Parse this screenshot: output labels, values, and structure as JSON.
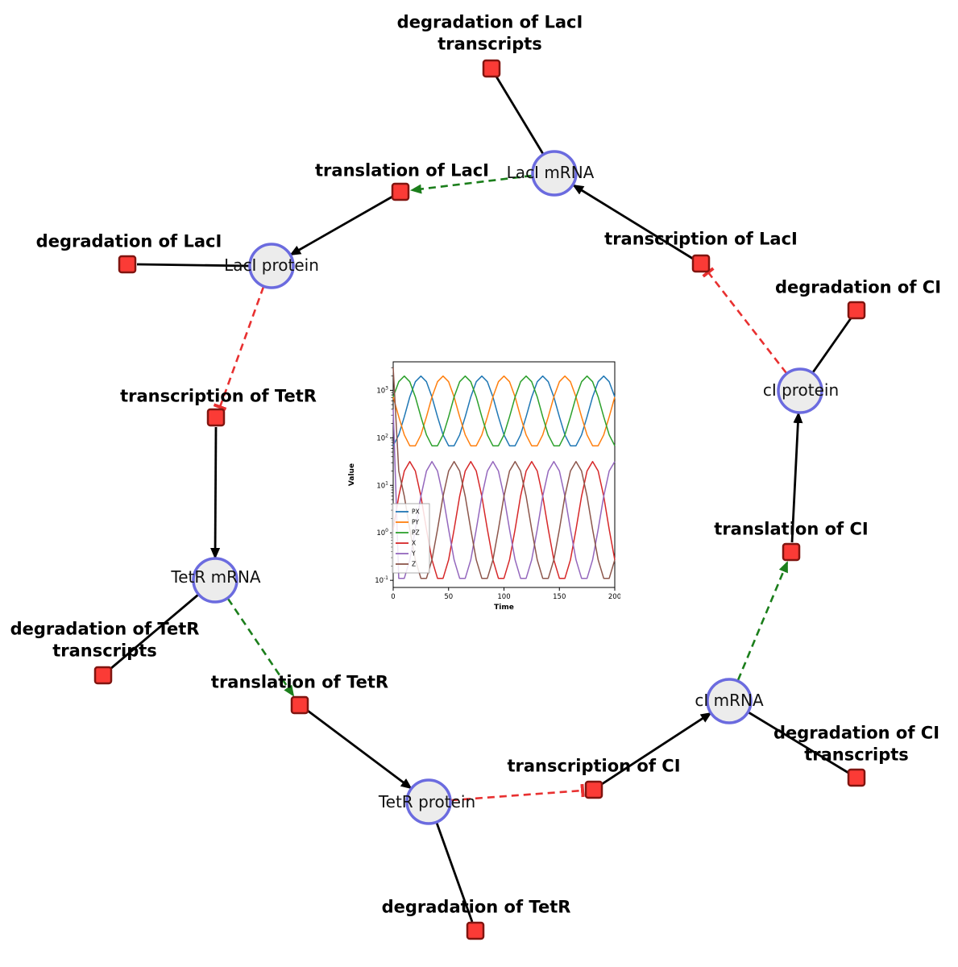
{
  "diagram": {
    "species": [
      {
        "id": "laci-mrna",
        "label": "LacI mRNA"
      },
      {
        "id": "laci-protein",
        "label": "LacI protein"
      },
      {
        "id": "tetr-mrna",
        "label": "TetR mRNA"
      },
      {
        "id": "tetr-protein",
        "label": "TetR protein"
      },
      {
        "id": "ci-mrna",
        "label": "cI mRNA"
      },
      {
        "id": "ci-protein",
        "label": "cI protein"
      }
    ],
    "reactions": [
      {
        "id": "deg-laci-transcripts",
        "label": "degradation of LacI",
        "label2": "transcripts"
      },
      {
        "id": "translation-laci",
        "label": "translation of LacI"
      },
      {
        "id": "transcription-laci",
        "label": "transcription of LacI"
      },
      {
        "id": "degradation-laci",
        "label": "degradation of LacI"
      },
      {
        "id": "degradation-ci",
        "label": "degradation of CI"
      },
      {
        "id": "transcription-tetr",
        "label": "transcription of TetR"
      },
      {
        "id": "translation-ci",
        "label": "translation of CI"
      },
      {
        "id": "deg-tetr-transcripts",
        "label": "degradation of TetR",
        "label2": "transcripts"
      },
      {
        "id": "translation-tetr",
        "label": "translation of TetR"
      },
      {
        "id": "deg-ci-transcripts",
        "label": "degradation of CI",
        "label2": "transcripts"
      },
      {
        "id": "transcription-ci",
        "label": "transcription of CI"
      },
      {
        "id": "degradation-tetr",
        "label": "degradation of TetR"
      }
    ],
    "edges": [
      {
        "from": "laci-mrna",
        "to": "deg-laci-transcripts",
        "type": "consumption"
      },
      {
        "from": "translation-laci",
        "to": "laci-protein",
        "type": "production"
      },
      {
        "from": "laci-mrna",
        "to": "translation-laci",
        "type": "catalysis"
      },
      {
        "from": "transcription-laci",
        "to": "laci-mrna",
        "type": "production"
      },
      {
        "from": "ci-protein",
        "to": "transcription-laci",
        "type": "inhibition"
      },
      {
        "from": "laci-protein",
        "to": "degradation-laci",
        "type": "consumption"
      },
      {
        "from": "laci-protein",
        "to": "transcription-tetr",
        "type": "inhibition"
      },
      {
        "from": "transcription-tetr",
        "to": "tetr-mrna",
        "type": "production"
      },
      {
        "from": "tetr-mrna",
        "to": "deg-tetr-transcripts",
        "type": "consumption"
      },
      {
        "from": "tetr-mrna",
        "to": "translation-tetr",
        "type": "catalysis"
      },
      {
        "from": "translation-tetr",
        "to": "tetr-protein",
        "type": "production"
      },
      {
        "from": "tetr-protein",
        "to": "degradation-tetr",
        "type": "consumption"
      },
      {
        "from": "tetr-protein",
        "to": "transcription-ci",
        "type": "inhibition"
      },
      {
        "from": "transcription-ci",
        "to": "ci-mrna",
        "type": "production"
      },
      {
        "from": "ci-mrna",
        "to": "deg-ci-transcripts",
        "type": "consumption"
      },
      {
        "from": "ci-mrna",
        "to": "translation-ci",
        "type": "catalysis"
      },
      {
        "from": "translation-ci",
        "to": "ci-protein",
        "type": "production"
      },
      {
        "from": "ci-protein",
        "to": "degradation-ci",
        "type": "consumption"
      }
    ],
    "colors": {
      "species_fill": "#ececec",
      "species_stroke": "#6b6bdf",
      "reaction_fill": "#fb3b36",
      "reaction_stroke": "#801510",
      "flow_edge": "#000000",
      "catalysis_edge": "#1b7e1b",
      "inhibition_edge": "#e83030"
    }
  },
  "chart_data": {
    "type": "line",
    "title": "",
    "xlabel": "Time",
    "ylabel": "Value",
    "y_scale": "log",
    "xlim": [
      0,
      200
    ],
    "ylim_log10": [
      -1.15,
      3.6
    ],
    "x_ticks": [
      0,
      50,
      100,
      150,
      200
    ],
    "y_ticks_log10": [
      -1,
      0,
      1,
      2,
      3
    ],
    "grid": false,
    "legend_position": "lower left",
    "x": [
      0,
      5,
      10,
      15,
      20,
      25,
      30,
      35,
      40,
      45,
      50,
      55,
      60,
      65,
      70,
      75,
      80,
      85,
      90,
      95,
      100,
      105,
      110,
      115,
      120,
      125,
      130,
      135,
      140,
      145,
      150,
      155,
      160,
      165,
      170,
      175,
      180,
      185,
      190,
      195,
      200
    ],
    "series": [
      {
        "name": "PX",
        "color": "#1f77b4",
        "values": [
          68,
          115,
          277,
          726,
          1517,
          1995,
          1517,
          726,
          277,
          115,
          68,
          68,
          115,
          277,
          726,
          1517,
          1995,
          1517,
          726,
          277,
          115,
          68,
          68,
          115,
          277,
          726,
          1517,
          1995,
          1517,
          726,
          277,
          115,
          68,
          68,
          115,
          277,
          726,
          1517,
          1995,
          1517,
          726
        ]
      },
      {
        "name": "PY",
        "color": "#ff7f0e",
        "values": [
          726,
          277,
          115,
          68,
          68,
          115,
          277,
          726,
          1517,
          1995,
          1517,
          726,
          277,
          115,
          68,
          68,
          115,
          277,
          726,
          1517,
          1995,
          1517,
          726,
          277,
          115,
          68,
          68,
          115,
          277,
          726,
          1517,
          1995,
          1517,
          726,
          277,
          115,
          68,
          68,
          115,
          277,
          726
        ]
      },
      {
        "name": "PZ",
        "color": "#2ca02c",
        "values": [
          726,
          1517,
          1995,
          1517,
          726,
          277,
          115,
          68,
          68,
          115,
          277,
          726,
          1517,
          1995,
          1517,
          726,
          277,
          115,
          68,
          68,
          115,
          277,
          726,
          1517,
          1995,
          1517,
          726,
          277,
          115,
          68,
          68,
          115,
          277,
          726,
          1517,
          1995,
          1517,
          726,
          277,
          115,
          68
        ]
      },
      {
        "name": "X",
        "color": "#d62728",
        "values": [
          1.18,
          5.9,
          20,
          31.6,
          20,
          5.9,
          1.18,
          0.27,
          0.11,
          0.11,
          0.27,
          1.18,
          5.9,
          20,
          31.6,
          20,
          5.9,
          1.18,
          0.27,
          0.11,
          0.11,
          0.27,
          1.18,
          5.9,
          20,
          31.6,
          20,
          5.9,
          1.18,
          0.27,
          0.11,
          0.11,
          0.27,
          1.18,
          5.9,
          20,
          31.6,
          20,
          5.9,
          1.18,
          0.27
        ]
      },
      {
        "name": "Y",
        "color": "#9467bd",
        "values": [
          400,
          0.11,
          0.11,
          0.27,
          1.18,
          5.9,
          20,
          31.6,
          20,
          5.9,
          1.18,
          0.27,
          0.11,
          0.11,
          0.27,
          1.18,
          5.9,
          20,
          31.6,
          20,
          5.9,
          1.18,
          0.27,
          0.11,
          0.11,
          0.27,
          1.18,
          5.9,
          20,
          31.6,
          20,
          5.9,
          1.18,
          0.27,
          0.11,
          0.11,
          0.27,
          1.18,
          5.9,
          20,
          31.6
        ]
      },
      {
        "name": "Z",
        "color": "#8c564b",
        "values": [
          3000,
          20,
          5.9,
          1.18,
          0.27,
          0.11,
          0.11,
          0.27,
          1.18,
          5.9,
          20,
          31.6,
          20,
          5.9,
          1.18,
          0.27,
          0.11,
          0.11,
          0.27,
          1.18,
          5.9,
          20,
          31.6,
          20,
          5.9,
          1.18,
          0.27,
          0.11,
          0.11,
          0.27,
          1.18,
          5.9,
          20,
          31.6,
          20,
          5.9,
          1.18,
          0.27,
          0.11,
          0.11,
          0.27
        ]
      }
    ]
  }
}
